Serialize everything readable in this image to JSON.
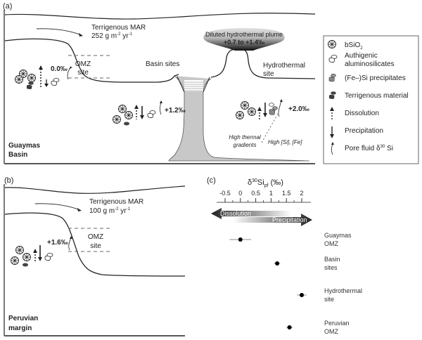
{
  "panel_a": {
    "label": "(a)",
    "mar_line1": "Terrigenous MAR",
    "mar_value": "252 g m",
    "mar_exp1": "-2",
    "mar_unit2": " yr",
    "mar_exp2": "-1",
    "omz_site_line1": "OMZ",
    "omz_site_line2": "site",
    "basin_sites": "Basin sites",
    "hydro_site_line1": "Hydrothermal",
    "hydro_site_line2": "site",
    "plume_title": "Diluted hydrothermal plume",
    "plume_value": "+0.7 to +1.4‰",
    "omz_value": "0.0‰",
    "basin_value": "+1.2‰",
    "hydro_value": "+2.0‰",
    "high_thermal_line1": "High thermal",
    "high_thermal_line2": "gradients",
    "high_si_fe": "High [Si], [Fe]",
    "region_line1": "Guaymas",
    "region_line2": "Basin"
  },
  "panel_b": {
    "label": "(b)",
    "mar_line1": "Terrigenous MAR",
    "mar_value": "100 g m",
    "mar_exp1": "-2",
    "mar_unit2": " yr",
    "mar_exp2": "-1",
    "omz_site_line1": "OMZ",
    "omz_site_line2": "site",
    "omz_value": "+1.6‰",
    "region_line1": "Peruvian",
    "region_line2": "margin"
  },
  "legend": {
    "items": [
      {
        "icon": "bsio2-icon",
        "label": "bSiO",
        "sub": "2"
      },
      {
        "icon": "aluminosilicate-icon",
        "label": "Authigenic",
        "label2": "aluminosilicates"
      },
      {
        "icon": "fe-si-precipitate-icon",
        "label": "(Fe–)Si precipitates"
      },
      {
        "icon": "terrigenous-icon",
        "label": "Terrigenous material"
      },
      {
        "icon": "dissolution-arrow-icon",
        "label": "Dissolution"
      },
      {
        "icon": "precipitation-arrow-icon",
        "label": "Precipitation"
      },
      {
        "icon": "pore-fluid-arrow-icon",
        "label": "Pore fluid δ",
        "sup": "30",
        "label_end": " Si"
      }
    ]
  },
  "colors": {
    "plume_light": "#d9d9d9",
    "plume_dark": "#1a1a1a",
    "vent_fill": "#c8c8c8",
    "fe_si": "#8a8a8a",
    "terrigenous": "#3d3d3d"
  },
  "chart_data": {
    "type": "scatter",
    "panel_label": "(c)",
    "title": "δ30Si pf (‰)",
    "title_parts": {
      "delta": "δ",
      "sup": "30",
      "main": "Si",
      "sub": "pf",
      "unit": " (‰)"
    },
    "xlim": [
      -0.75,
      2.25
    ],
    "xticks": [
      -0.5,
      0,
      0.5,
      1,
      1.5,
      2
    ],
    "xtick_labels": [
      "-0.5",
      "0",
      "0.5",
      "1",
      "1.5",
      "2"
    ],
    "arrows": {
      "left": "Dissolution",
      "right": "Precipitation"
    },
    "points": [
      {
        "name_line1": "Guaymas",
        "name_line2": "OMZ",
        "x": 0.0,
        "err": 0.35
      },
      {
        "name_line1": "Basin",
        "name_line2": "sites",
        "x": 1.2,
        "err": 0.1
      },
      {
        "name_line1": "Hydrothermal",
        "name_line2": "site",
        "x": 2.0,
        "err": 0.15
      },
      {
        "name_line1": "Peruvian",
        "name_line2": "OMZ",
        "x": 1.6,
        "err": 0.1
      }
    ]
  }
}
